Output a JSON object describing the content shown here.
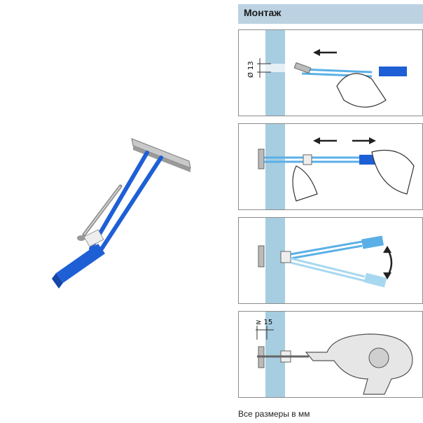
{
  "header": {
    "title": "Монтаж"
  },
  "steps": [
    {
      "dim_label": "Ø 13"
    },
    {},
    {},
    {
      "dim_label": "≥ 15"
    }
  ],
  "footnote": "Все размеры в мм",
  "colors": {
    "header_bg": "#bcd2e2",
    "wall": "#a7cde0",
    "anchor_blue": "#1e5fd6",
    "strip_blue": "#5ab0e6"
  }
}
